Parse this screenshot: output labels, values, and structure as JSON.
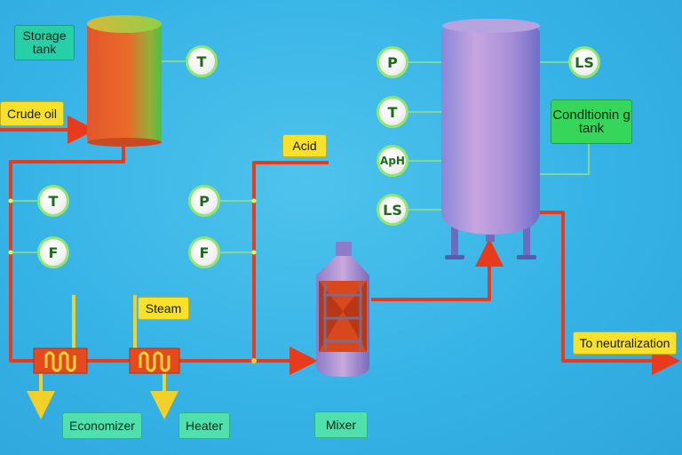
{
  "labels": {
    "storage_tank": "Storage tank",
    "crude_oil": "Crude oil",
    "acid": "Acid",
    "steam": "Steam",
    "conditioning_tank": "Condltionin g tank",
    "to_neutralization": "To neutralization",
    "economizer": "Economizer",
    "heater": "Heater",
    "mixer": "Mixer"
  },
  "instruments": {
    "storage_temp": "T",
    "line_temp": "T",
    "line_flow": "F",
    "acid_pressure": "P",
    "acid_flow": "F",
    "tank_pressure": "P",
    "tank_temp": "T",
    "tank_ph": "ApH",
    "tank_level_1": "LS",
    "tank_level_2": "LS"
  },
  "colors": {
    "pipe": "#e83a1c",
    "steam_pipe": "#f2d02a",
    "instrument_ring": "#8fe86a",
    "background": "#36b3e6"
  }
}
